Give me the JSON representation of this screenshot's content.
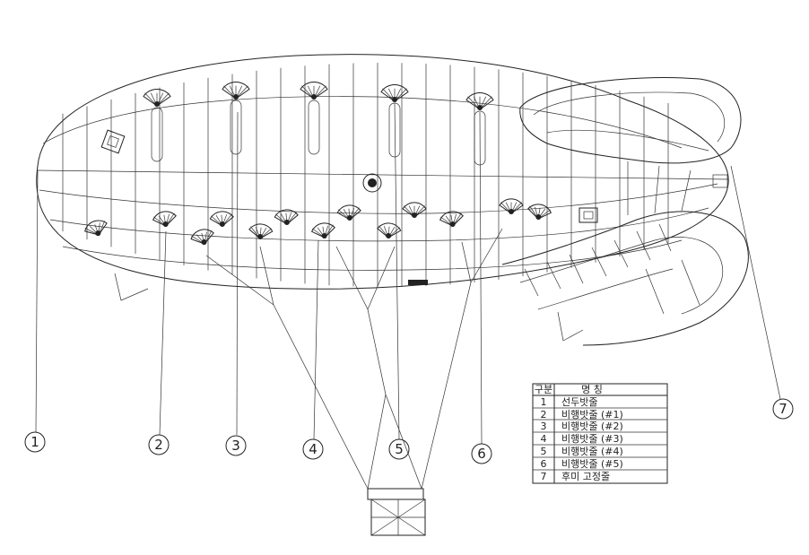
{
  "callouts": [
    "1",
    "2",
    "3",
    "4",
    "5",
    "6",
    "7"
  ],
  "legend": {
    "header_no": "구분",
    "header_name": "명 칭",
    "rows": [
      {
        "no": "1",
        "name": "선두밧줄"
      },
      {
        "no": "2",
        "name": "비행밧줄 (#1)"
      },
      {
        "no": "3",
        "name": "비행밧줄 (#2)"
      },
      {
        "no": "4",
        "name": "비행밧줄 (#3)"
      },
      {
        "no": "5",
        "name": "비행밧줄 (#4)"
      },
      {
        "no": "6",
        "name": "비행밧줄 (#5)"
      },
      {
        "no": "7",
        "name": "후미 고정줄"
      }
    ]
  }
}
